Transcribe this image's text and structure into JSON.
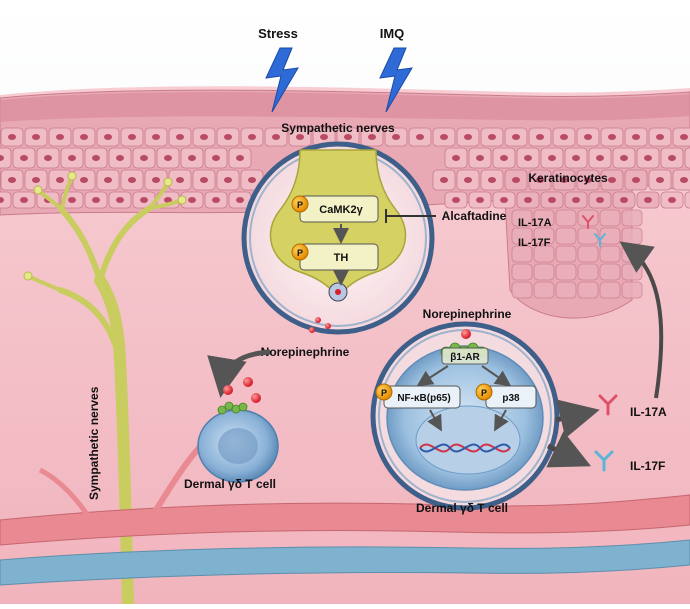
{
  "triggers": {
    "stress": "Stress",
    "imq": "IMQ"
  },
  "neuron": {
    "title": "Sympathetic nerves",
    "phospho": "P",
    "kinase": "CaMK2γ",
    "enzyme": "TH",
    "inhibitor": "Alcaftadine"
  },
  "release_label": "Norepinephrine",
  "small_cell_label": "Dermal γδ T cell",
  "big_cell": {
    "title": "Norepinephrine",
    "receptor": "β1-AR",
    "phospho": "P",
    "nfkb": "NF-κB(p65)",
    "p38": "p38",
    "label": "Dermal γδ T cell"
  },
  "cytokines_out": {
    "a": "IL-17A",
    "f": "IL-17F"
  },
  "keratinocytes": {
    "title": "Keratinocytes",
    "il17a": "IL-17A",
    "il17f": "IL-17F"
  },
  "nerve_side_label": "Sympathetic nerves",
  "colors": {
    "skin": "#f4c2c8",
    "epidermis": "#e29aa8",
    "nucleus": "#b94a63",
    "nerve": "#cdd06a",
    "cell": "#8fb4d6",
    "lightning": "#2f6bd6",
    "il17a": "#e0506a",
    "il17f": "#59b6d9",
    "phospho": "#f5a623"
  }
}
